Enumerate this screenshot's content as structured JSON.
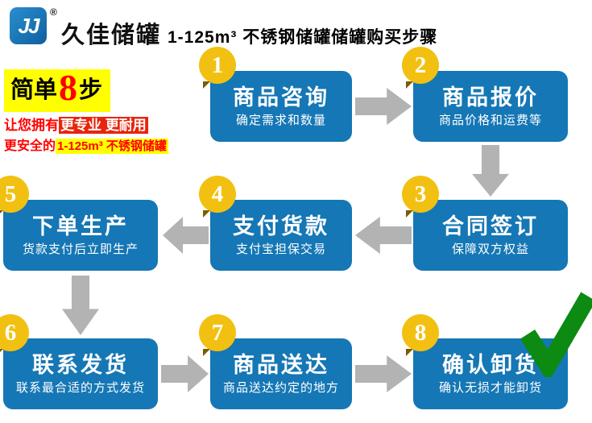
{
  "brand": {
    "logo_text": "JJ",
    "registered": "®",
    "name": "久佳储罐"
  },
  "title": "1-125m³ 不锈钢储罐储罐购买步骤",
  "promo": {
    "line1_prefix": "简单",
    "line1_number": "8",
    "line1_suffix": "步",
    "line2_prefix": "让您拥有",
    "line2_highlight": "更专业 更耐用",
    "line3_prefix": "更安全的",
    "line3_highlight": "1-125m³ 不锈钢储罐"
  },
  "steps": [
    {
      "num": "1",
      "title": "商品咨询",
      "subtitle": "确定需求和数量"
    },
    {
      "num": "2",
      "title": "商品报价",
      "subtitle": "商品价格和运费等"
    },
    {
      "num": "3",
      "title": "合同签订",
      "subtitle": "保障双方权益"
    },
    {
      "num": "4",
      "title": "支付货款",
      "subtitle": "支付宝担保交易"
    },
    {
      "num": "5",
      "title": "下单生产",
      "subtitle": "货款支付后立即生产"
    },
    {
      "num": "6",
      "title": "联系发货",
      "subtitle": "联系最合适的方式发货"
    },
    {
      "num": "7",
      "title": "商品送达",
      "subtitle": "商品送达约定的地方"
    },
    {
      "num": "8",
      "title": "确认卸货",
      "subtitle": "确认无损才能卸货"
    }
  ],
  "colors": {
    "box_blue": "#1577b5",
    "badge_yellow": "#f2c011",
    "arrow_gray": "#b3b3b3",
    "check_green": "#0c8a12",
    "promo_yellow": "#ffff00",
    "promo_red": "#ff0000"
  }
}
